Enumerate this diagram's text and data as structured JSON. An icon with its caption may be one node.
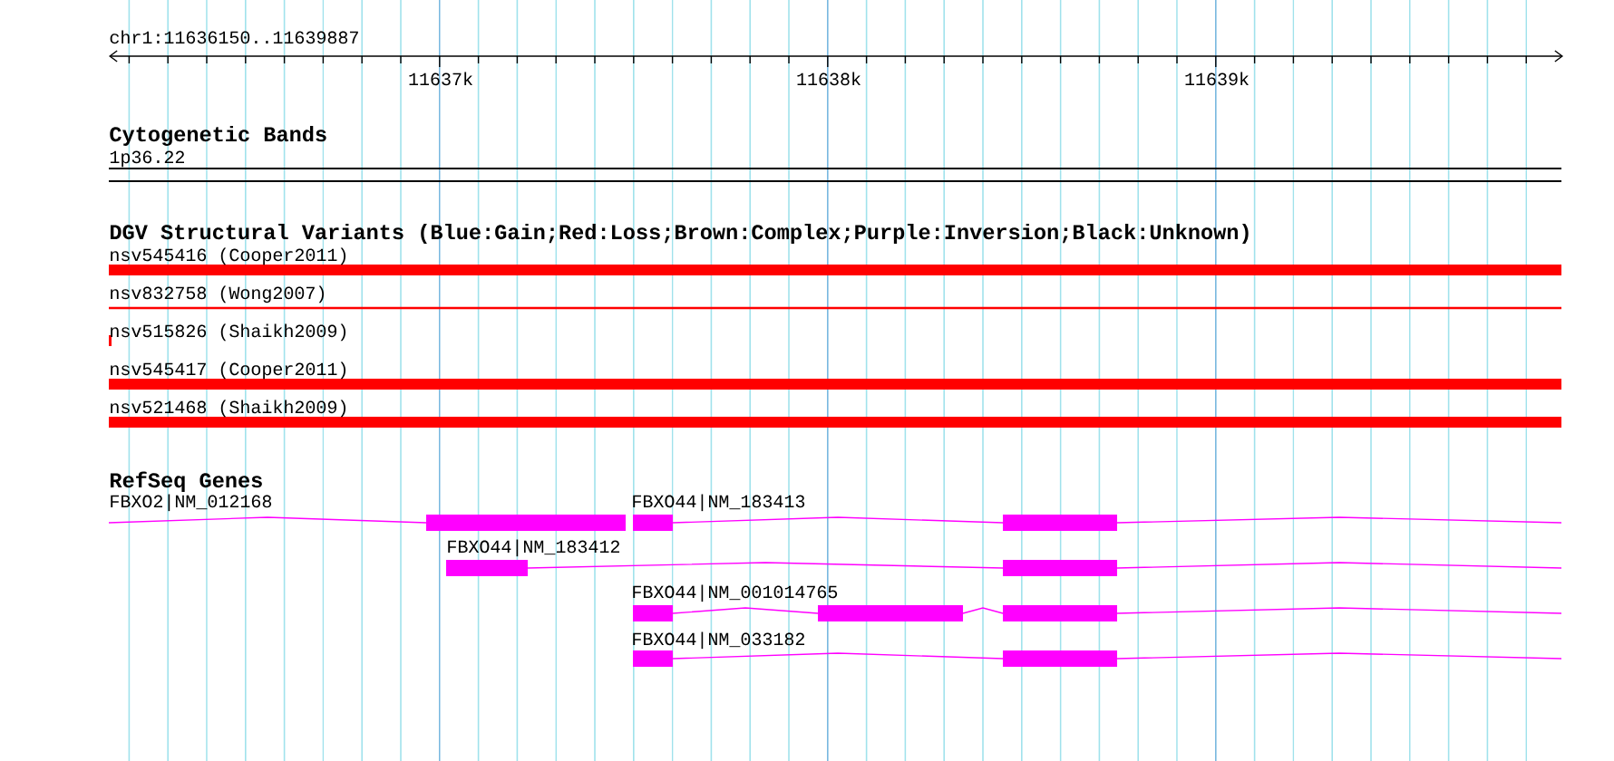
{
  "diagram": {
    "labels": [
      "chr1:11636150..11639887",
      "11637k",
      "11638k",
      "11639k",
      "Cytogenetic Bands",
      "1p36.22",
      "DGV Structural Variants (Blue:Gain;Red:Loss;Brown:Complex;Purple:Inversion;Black:Unknown)",
      "nsv545416 (Cooper2011)",
      "nsv832758 (Wong2007)",
      "nsv515826 (Shaikh2009)",
      "nsv545417 (Cooper2011)",
      "nsv521468 (Shaikh2009)",
      "RefSeq Genes",
      "FBXO2|NM_012168",
      "FBXO44|NM_183413",
      "FBXO44|NM_183412",
      "FBXO44|NM_001014765",
      "FBXO44|NM_033182"
    ]
  }
}
